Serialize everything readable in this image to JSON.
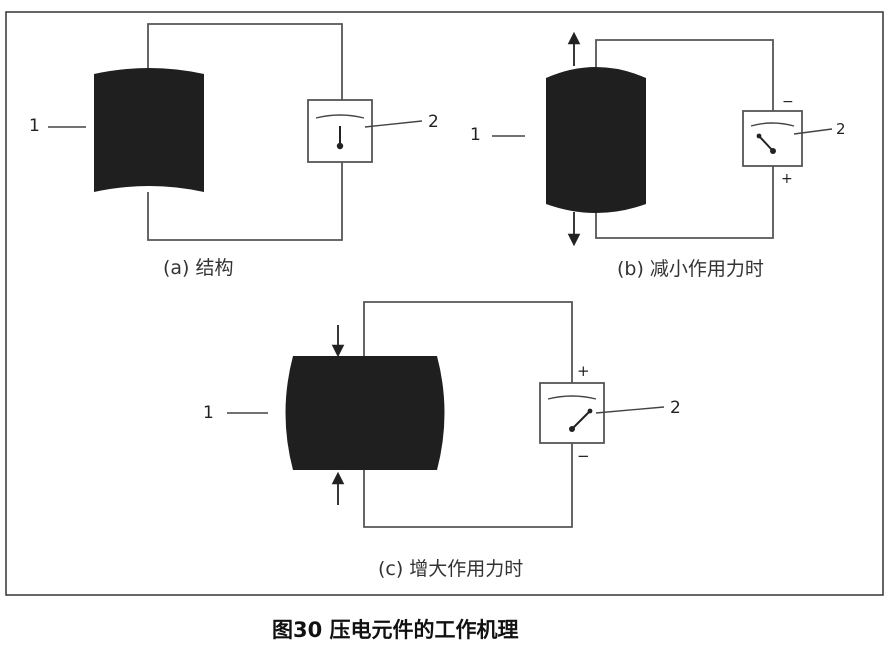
{
  "figure": {
    "caption": "图30  压电元件的工作机理",
    "panels": [
      {
        "id": "a",
        "caption": "(a) 结构",
        "element_label": "1",
        "meter_label": "2"
      },
      {
        "id": "b",
        "caption": "(b) 减小作用力时",
        "element_label": "1",
        "meter_label": "2",
        "top_sign": "−",
        "bottom_sign": "+"
      },
      {
        "id": "c",
        "caption": "(c) 增大作用力时",
        "element_label": "1",
        "meter_label": "2",
        "top_sign": "+",
        "bottom_sign": "−"
      }
    ]
  },
  "colors": {
    "crystal": "#1f1f1f",
    "wire": "#555555",
    "frame": "#333333"
  }
}
